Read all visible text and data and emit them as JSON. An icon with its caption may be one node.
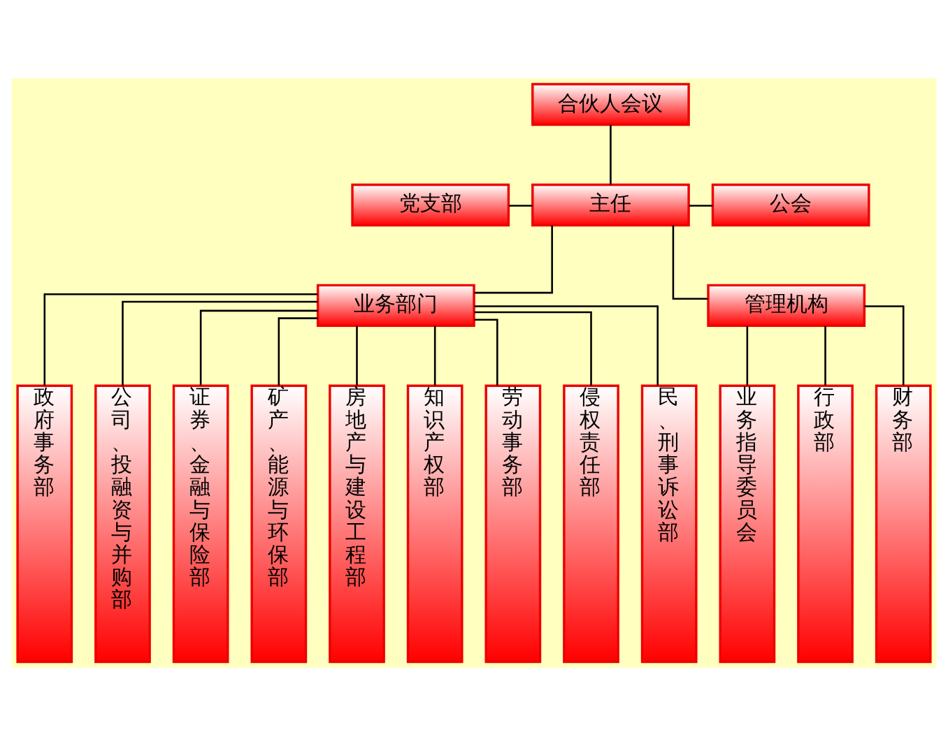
{
  "diagram": {
    "nodes": [
      {
        "text": [
          "合伙人会议"
        ]
      },
      {
        "text": [
          "党支部"
        ]
      },
      {
        "text": [
          "主任"
        ]
      },
      {
        "text": [
          "公会"
        ]
      },
      {
        "text": [
          "业务部门"
        ]
      },
      {
        "text": [
          "管理机构"
        ]
      },
      {
        "text": [
          "政府事务部"
        ]
      },
      {
        "text": [
          "公司、投融资与并购部"
        ]
      },
      {
        "text": [
          "证券、金融与保险部"
        ]
      },
      {
        "text": [
          "矿产、能源与环保部"
        ]
      },
      {
        "text": [
          "房地产与建设工程部"
        ]
      },
      {
        "text": [
          "知识产权部"
        ]
      },
      {
        "text": [
          "劳动事务部"
        ]
      },
      {
        "text": [
          "侵权责任部"
        ]
      },
      {
        "text": [
          "民、刑事诉讼部"
        ]
      },
      {
        "text": [
          "业务指导委员会"
        ]
      },
      {
        "text": [
          "行政部"
        ]
      },
      {
        "text": [
          "财务部"
        ]
      }
    ],
    "edges": [
      {
        "from": 0,
        "to": 2,
        "arrow": "none"
      },
      {
        "from": 1,
        "to": 2,
        "arrow": "none"
      },
      {
        "from": 2,
        "to": 3,
        "arrow": "none"
      },
      {
        "from": 2,
        "to": 4,
        "arrow": "none"
      },
      {
        "from": 2,
        "to": 5,
        "arrow": "none"
      },
      {
        "from": 4,
        "to": 6,
        "arrow": "none"
      },
      {
        "from": 4,
        "to": 7,
        "arrow": "none"
      },
      {
        "from": 4,
        "to": 8,
        "arrow": "none"
      },
      {
        "from": 4,
        "to": 9,
        "arrow": "none"
      },
      {
        "from": 4,
        "to": 10,
        "arrow": "none"
      },
      {
        "from": 4,
        "to": 11,
        "arrow": "none"
      },
      {
        "from": 4,
        "to": 12,
        "arrow": "none"
      },
      {
        "from": 4,
        "to": 13,
        "arrow": "none"
      },
      {
        "from": 4,
        "to": 14,
        "arrow": "none"
      },
      {
        "from": 5,
        "to": 15,
        "arrow": "none"
      },
      {
        "from": 5,
        "to": 16,
        "arrow": "none"
      },
      {
        "from": 5,
        "to": 17,
        "arrow": "none"
      }
    ]
  }
}
